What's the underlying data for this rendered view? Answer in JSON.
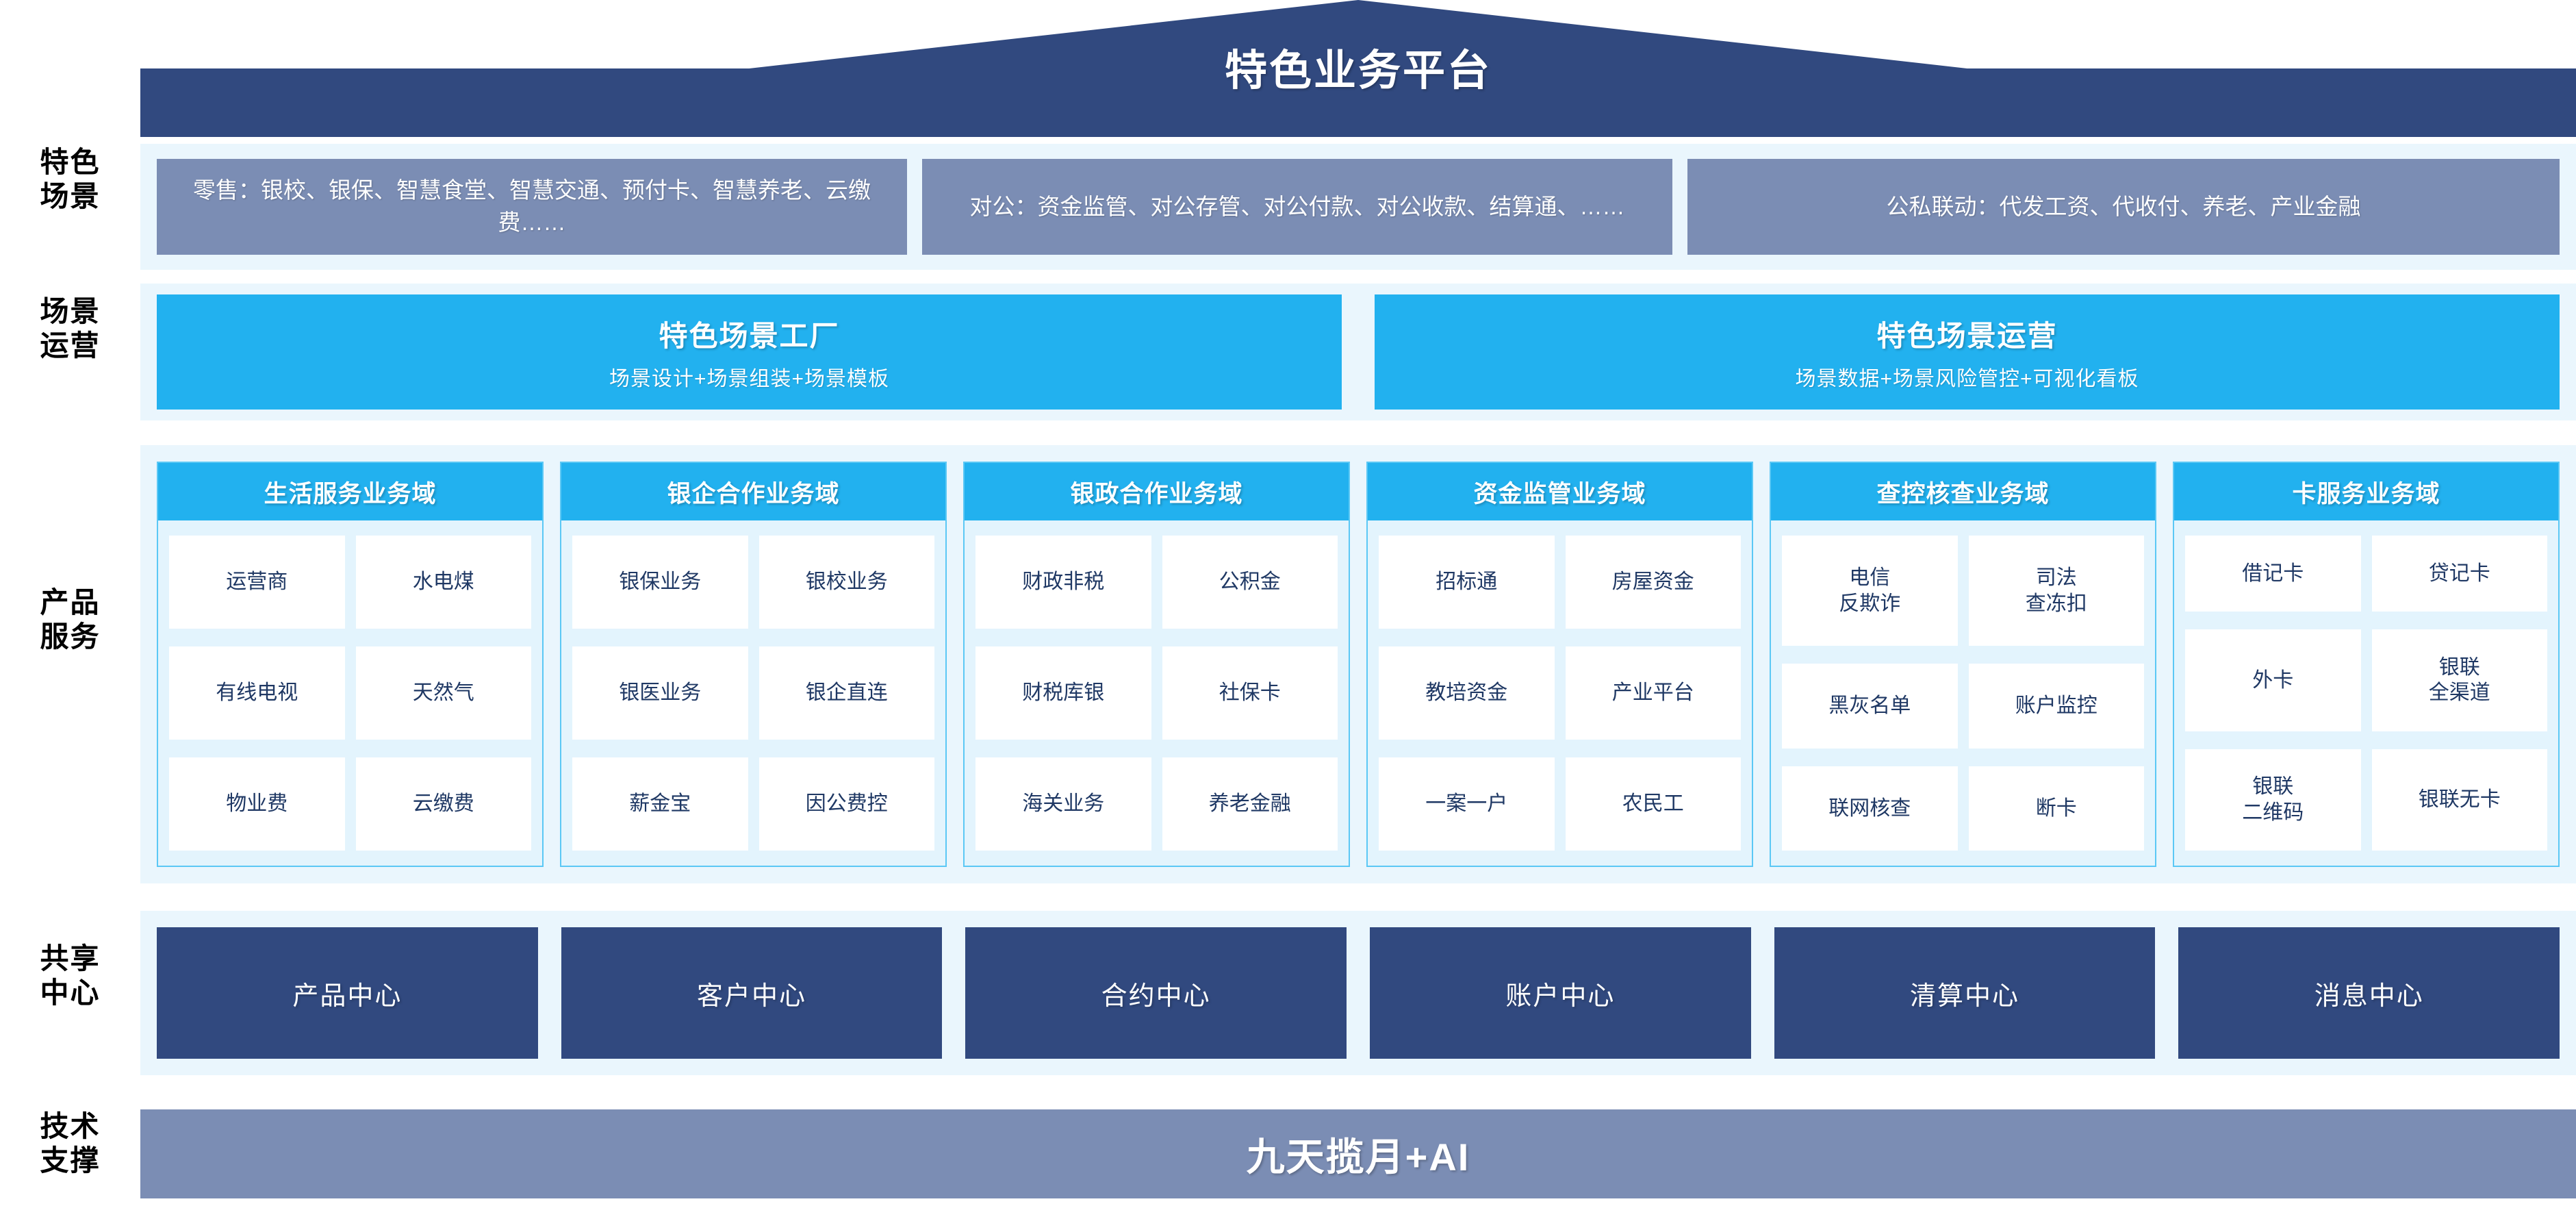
{
  "header": {
    "title": "特色业务平台"
  },
  "rails": [
    {
      "key": "scenario",
      "lines": [
        "特色",
        "场景"
      ]
    },
    {
      "key": "operation",
      "lines": [
        "场景",
        "运营"
      ]
    },
    {
      "key": "product",
      "lines": [
        "产品",
        "服务"
      ]
    },
    {
      "key": "shared",
      "lines": [
        "共享",
        "中心"
      ]
    },
    {
      "key": "tech",
      "lines": [
        "技术",
        "支撑"
      ]
    }
  ],
  "scenarios": [
    {
      "label": "零售：银校、银保、智慧食堂、智慧交通、预付卡、智慧养老、云缴费……"
    },
    {
      "label": "对公：资金监管、对公存管、对公付款、对公收款、结算通、……"
    },
    {
      "label": "公私联动：代发工资、代收付、养老、产业金融"
    }
  ],
  "operations": [
    {
      "title": "特色场景工厂",
      "subtitle": "场景设计+场景组装+场景模板"
    },
    {
      "title": "特色场景运营",
      "subtitle": "场景数据+场景风险管控+可视化看板"
    }
  ],
  "domains": [
    {
      "title": "生活服务业务域",
      "items": [
        "运营商",
        "水电煤",
        "有线电视",
        "天然气",
        "物业费",
        "云缴费"
      ]
    },
    {
      "title": "银企合作业务域",
      "items": [
        "银保业务",
        "银校业务",
        "银医业务",
        "银企直连",
        "薪金宝",
        "因公费控"
      ]
    },
    {
      "title": "银政合作业务域",
      "items": [
        "财政非税",
        "公积金",
        "财税库银",
        "社保卡",
        "海关业务",
        "养老金融"
      ]
    },
    {
      "title": "资金监管业务域",
      "items": [
        "招标通",
        "房屋资金",
        "教培资金",
        "产业平台",
        "一案一户",
        "农民工"
      ]
    },
    {
      "title": "查控核查业务域",
      "items": [
        "电信\n反欺诈",
        "司法\n查冻扣",
        "黑灰名单",
        "账户监控",
        "联网核查",
        "断卡"
      ]
    },
    {
      "title": "卡服务业务域",
      "items": [
        "借记卡",
        "贷记卡",
        "外卡",
        "银联\n全渠道",
        "银联\n二维码",
        "银联无卡"
      ]
    }
  ],
  "shared_centers": [
    {
      "label": "产品中心"
    },
    {
      "label": "客户中心"
    },
    {
      "label": "合约中心"
    },
    {
      "label": "账户中心"
    },
    {
      "label": "清算中心"
    },
    {
      "label": "消息中心"
    }
  ],
  "tech_support": {
    "label": "九天揽月+AI"
  },
  "colors": {
    "roof": "#31497f",
    "band_bg": "#eaf6fd",
    "scenario_box": "#7b8db4",
    "cyan": "#22b1ef",
    "domain_border": "#5bc8f5",
    "domain_bg": "#e3f4fd",
    "cell_bg": "#ffffff",
    "cell_text": "#1f3864",
    "shared_box": "#31497f",
    "tech_bar": "#7b8db4"
  }
}
